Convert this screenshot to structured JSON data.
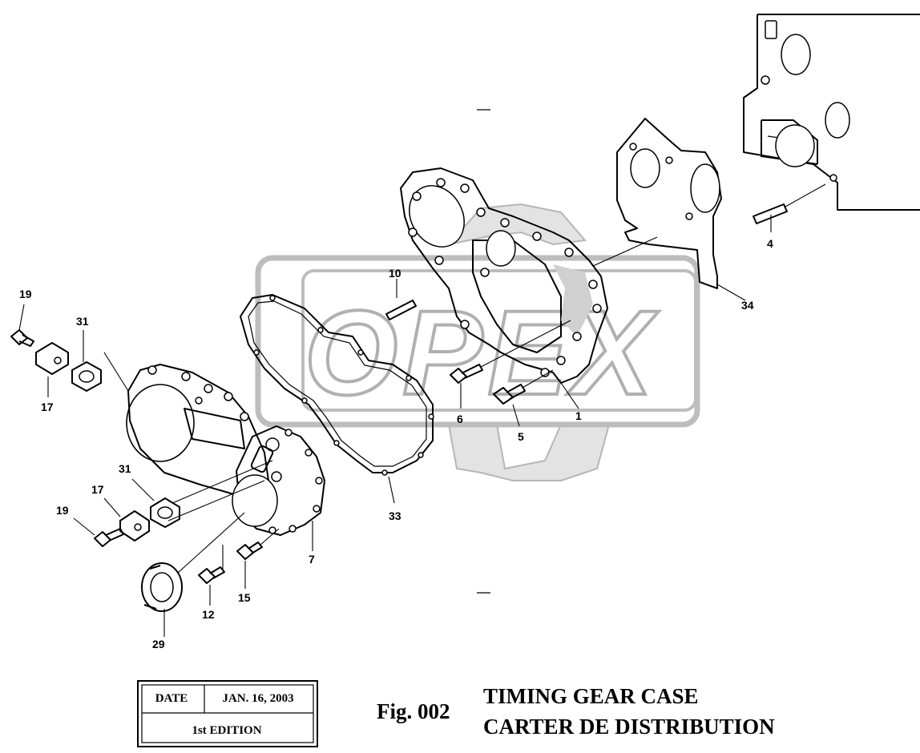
{
  "title_block": {
    "date_label": "DATE",
    "date_value": "JAN. 16, 2003",
    "edition": "1st EDITION"
  },
  "figure": {
    "number": "Fig. 002",
    "title_en": "TIMING GEAR CASE",
    "title_fr": "CARTER DE DISTRIBUTION"
  },
  "watermark": {
    "text": "OPEX"
  },
  "callouts": [
    {
      "id": "1",
      "text": "1"
    },
    {
      "id": "4",
      "text": "4"
    },
    {
      "id": "5",
      "text": "5"
    },
    {
      "id": "6",
      "text": "6"
    },
    {
      "id": "7",
      "text": "7"
    },
    {
      "id": "10",
      "text": "10"
    },
    {
      "id": "12",
      "text": "12"
    },
    {
      "id": "15",
      "text": "15"
    },
    {
      "id": "17a",
      "text": "17"
    },
    {
      "id": "17b",
      "text": "17"
    },
    {
      "id": "19a",
      "text": "19"
    },
    {
      "id": "19b",
      "text": "19"
    },
    {
      "id": "29",
      "text": "29"
    },
    {
      "id": "31a",
      "text": "31"
    },
    {
      "id": "31b",
      "text": "31"
    },
    {
      "id": "33",
      "text": "33"
    },
    {
      "id": "34",
      "text": "34"
    }
  ]
}
